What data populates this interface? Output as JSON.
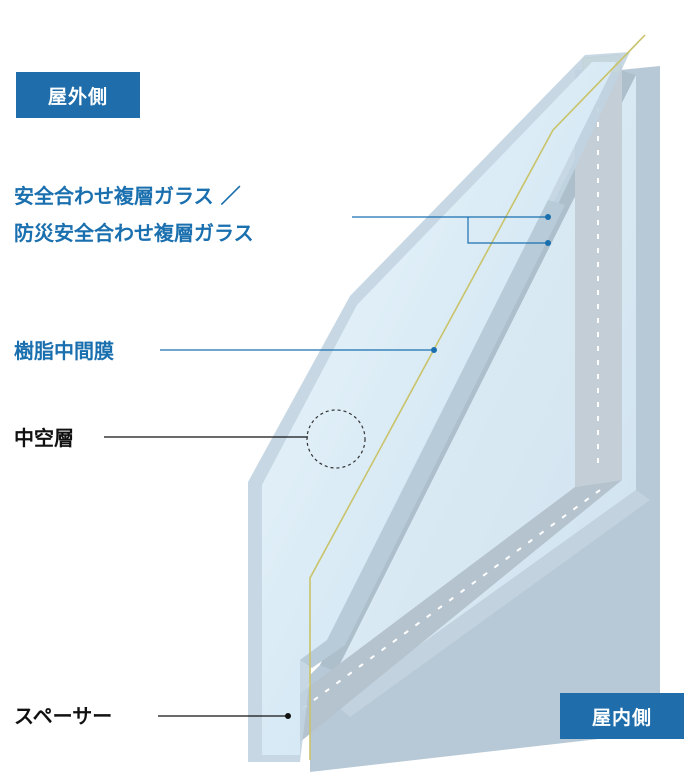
{
  "labels": {
    "outdoor_side": "屋外側",
    "indoor_side": "屋内側",
    "laminated_glass_line1": "安全合わせ複層ガラス ／",
    "laminated_glass_line2": "防災安全合わせ複層ガラス",
    "resin_interlayer": "樹脂中間膜",
    "hollow_layer": "中空層",
    "spacer": "スペーサー"
  },
  "colors": {
    "badge": "#1f6eab",
    "label_blue": "#1a6faf",
    "interlayer_film": "#c9c36a"
  }
}
